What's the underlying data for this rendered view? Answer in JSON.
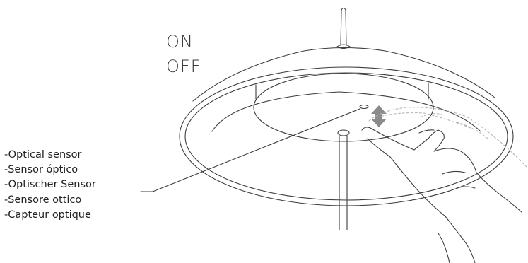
{
  "state_labels": {
    "on": "ON",
    "off": "OFF"
  },
  "sensor_labels": [
    "-Optical sensor",
    "-Sensor óptico",
    "-Optischer Sensor",
    "-Sensore ottico",
    "-Capteur optique"
  ],
  "icons": [
    "up-down-arrow-icon"
  ],
  "colors": {
    "line": "#3c3c3c",
    "arrow": "#8a8a8a",
    "ghost_hand": "#b0b0b0",
    "text": "#222222"
  }
}
